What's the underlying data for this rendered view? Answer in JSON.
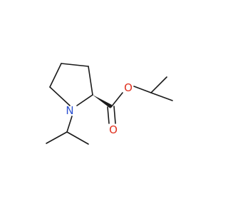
{
  "molecule": {
    "atoms": {
      "nitrogen": {
        "label": "N",
        "color": "#2b50d0"
      },
      "ester_oxygen": {
        "label": "O",
        "color": "#e0301e"
      },
      "carbonyl_oxygen": {
        "label": "O",
        "color": "#e0301e"
      }
    },
    "bond_color": "#1a1a1a",
    "stereo_bond": "wedge"
  }
}
